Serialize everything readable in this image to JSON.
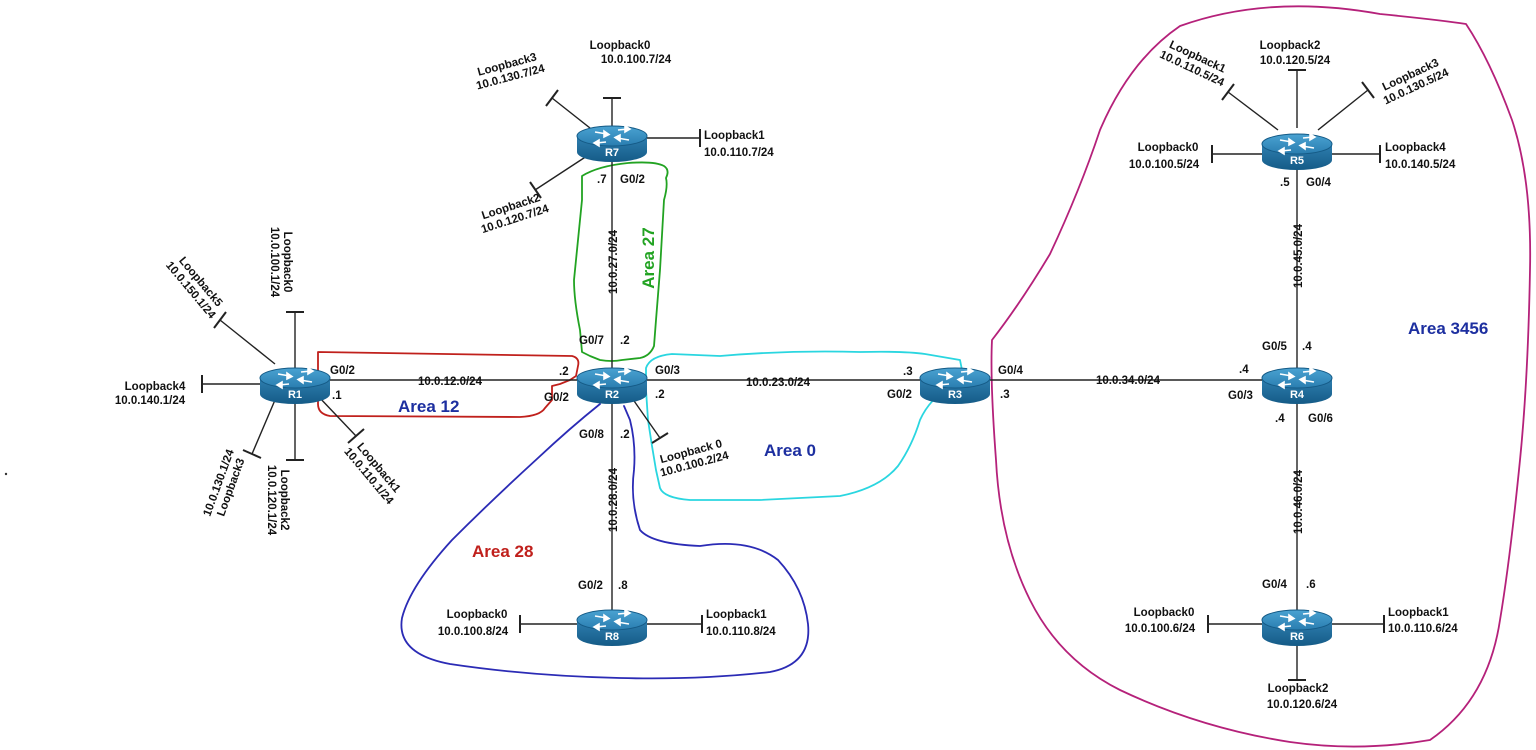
{
  "routers": [
    {
      "id": "r1",
      "name": "R1"
    },
    {
      "id": "r2",
      "name": "R2"
    },
    {
      "id": "r3",
      "name": "R3"
    },
    {
      "id": "r4",
      "name": "R4"
    },
    {
      "id": "r5",
      "name": "R5"
    },
    {
      "id": "r6",
      "name": "R6"
    },
    {
      "id": "r7",
      "name": "R7"
    },
    {
      "id": "r8",
      "name": "R8"
    }
  ],
  "links": {
    "r1_r2": "10.0.12.0/24",
    "r2_r3": "10.0.23.0/24",
    "r3_r4": "10.0.34.0/24",
    "r2_r7": "10.0.27.0/24",
    "r2_r8": "10.0.28.0/24",
    "r4_r5": "10.0.45.0/24",
    "r4_r6": "10.0.46.0/24"
  },
  "interfaces": {
    "r1_g02": "G0/2",
    "r1_host": ".1",
    "r2_g02": "G0/2",
    "r2_host_left": ".2",
    "r2_g03": "G0/3",
    "r2_host_right": ".2",
    "r2_g07": "G0/7",
    "r2_host_up": ".2",
    "r2_g08": "G0/8",
    "r2_host_down": ".2",
    "r7_g02": "G0/2",
    "r7_host": ".7",
    "r8_g02": "G0/2",
    "r8_host": ".8",
    "r3_g02": "G0/2",
    "r3_host_left": ".3",
    "r3_g04": "G0/4",
    "r3_host_right": ".3",
    "r4_g03": "G0/3",
    "r4_host_left": ".4",
    "r4_g05": "G0/5",
    "r4_host_up": ".4",
    "r4_g06": "G0/6",
    "r4_host_down": ".4",
    "r5_g04": "G0/4",
    "r5_host": ".5",
    "r6_g04": "G0/4",
    "r6_host": ".6"
  },
  "loopbacks": {
    "r1": [
      {
        "name": "Loopback0",
        "ip": "10.0.100.1/24"
      },
      {
        "name": "Loopback5",
        "ip": "10.0.150.1/24"
      },
      {
        "name": "Loopback4",
        "ip": "10.0.140.1/24"
      },
      {
        "name": "Loopback3",
        "ip": "10.0.130.1/24"
      },
      {
        "name": "Loopback2",
        "ip": "10.0.120.1/24"
      },
      {
        "name": "Loopback1",
        "ip": "10.0.110.1/24"
      }
    ],
    "r2": [
      {
        "name": "Loopback 0",
        "ip": "10.0.100.2/24"
      }
    ],
    "r7": [
      {
        "name": "Loopback0",
        "ip": "10.0.100.7/24"
      },
      {
        "name": "Loopback3",
        "ip": "10.0.130.7/24"
      },
      {
        "name": "Loopback1",
        "ip": "10.0.110.7/24"
      },
      {
        "name": "Loopback2",
        "ip": "10.0.120.7/24"
      }
    ],
    "r8": [
      {
        "name": "Loopback0",
        "ip": "10.0.100.8/24"
      },
      {
        "name": "Loopback1",
        "ip": "10.0.110.8/24"
      }
    ],
    "r5": [
      {
        "name": "Loopback1",
        "ip": "10.0.110.5/24"
      },
      {
        "name": "Loopback2",
        "ip": "10.0.120.5/24"
      },
      {
        "name": "Loopback3",
        "ip": "10.0.130.5/24"
      },
      {
        "name": "Loopback0",
        "ip": "10.0.100.5/24"
      },
      {
        "name": "Loopback4",
        "ip": "10.0.140.5/24"
      }
    ],
    "r6": [
      {
        "name": "Loopback0",
        "ip": "10.0.100.6/24"
      },
      {
        "name": "Loopback1",
        "ip": "10.0.110.6/24"
      },
      {
        "name": "Loopback2",
        "ip": "10.0.120.6/24"
      }
    ]
  },
  "areas": [
    {
      "id": "area12",
      "label": "Area 12",
      "color": "#c0201c"
    },
    {
      "id": "area27",
      "label": "Area 27",
      "color": "#22a322"
    },
    {
      "id": "area0",
      "label": "Area 0",
      "color": "#2ad6e0"
    },
    {
      "id": "area28",
      "label": "Area 28",
      "color": "#2b2bb5"
    },
    {
      "id": "area3456",
      "label": "Area 3456",
      "color": "#b5217a"
    }
  ],
  "area_label_colors": {
    "area12": "#1d2fa0",
    "area27": "#22a322",
    "area0": "#1d2fa0",
    "area28": "#c0201c",
    "area3456": "#1d2fa0"
  }
}
